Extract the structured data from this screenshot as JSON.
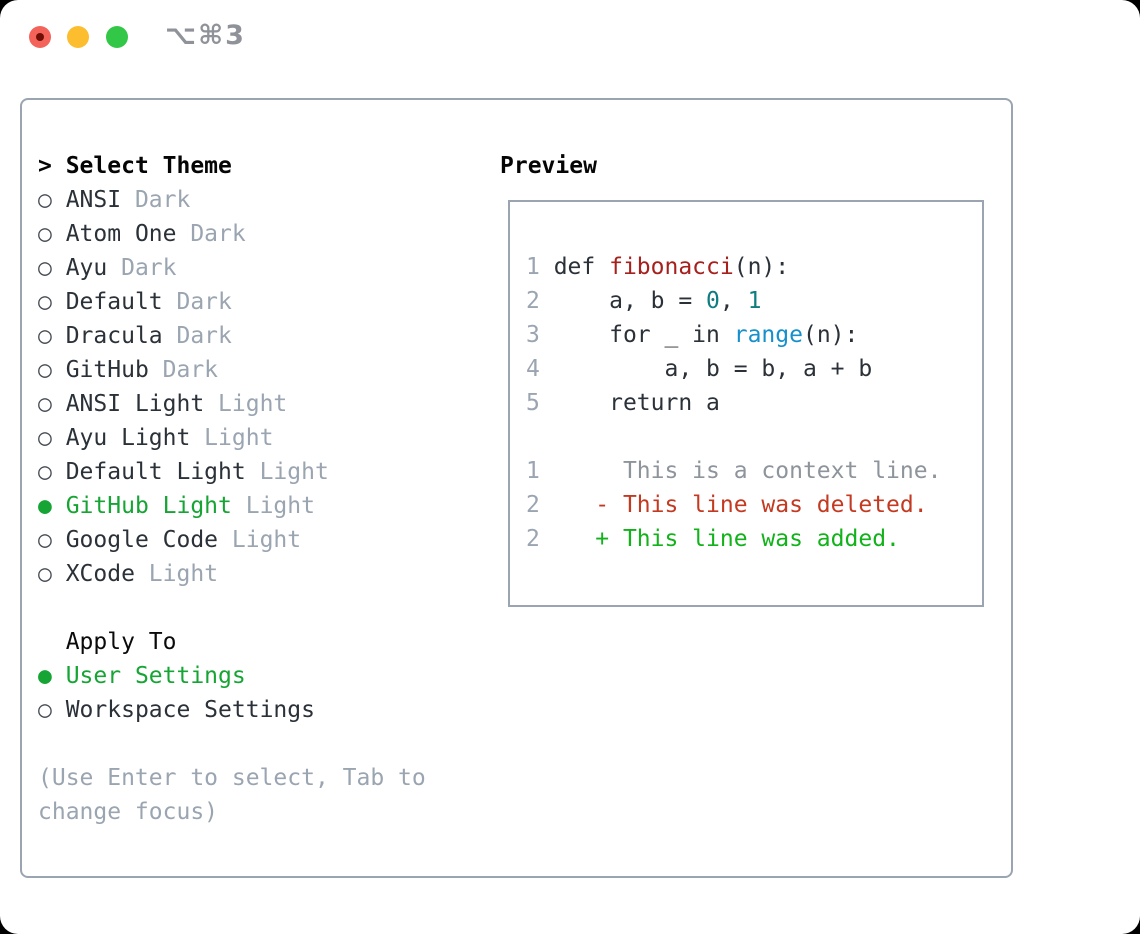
{
  "window": {
    "title": "⌥⌘3",
    "traffic_lights": [
      "close",
      "minimize",
      "zoom"
    ]
  },
  "colors": {
    "panel_border": "#9aa5b1",
    "text_primary": "#2b3138",
    "text_muted": "#9aa5b1",
    "accent_green": "#16a534",
    "function_red": "#a6211e",
    "number_teal": "#0e7d80",
    "builtin_blue": "#1590cb",
    "diff_deleted_red": "#c43a21",
    "diff_added_green": "#12b21a",
    "traffic_close": "#f3635a",
    "traffic_minimize": "#fcbd2f",
    "traffic_zoom": "#33c748"
  },
  "left": {
    "rows": [
      {
        "id": "select-theme-header",
        "interactable": false,
        "segs": [
          [
            "> ",
            "cursor",
            "cursor-icon"
          ],
          [
            "Select Theme",
            "hdr",
            "section-title"
          ]
        ]
      },
      {
        "id": "theme-option-ansi-dark",
        "interactable": true,
        "segs": [
          [
            "○ ",
            "radio",
            "radio-icon"
          ],
          [
            "ANSI",
            "name",
            "theme-name"
          ],
          [
            " Dark",
            "muted",
            "theme-variant-tag"
          ]
        ]
      },
      {
        "id": "theme-option-atom-one-dark",
        "interactable": true,
        "segs": [
          [
            "○ ",
            "radio",
            "radio-icon"
          ],
          [
            "Atom One",
            "name",
            "theme-name"
          ],
          [
            " Dark",
            "muted",
            "theme-variant-tag"
          ]
        ]
      },
      {
        "id": "theme-option-ayu-dark",
        "interactable": true,
        "segs": [
          [
            "○ ",
            "radio",
            "radio-icon"
          ],
          [
            "Ayu",
            "name",
            "theme-name"
          ],
          [
            " Dark",
            "muted",
            "theme-variant-tag"
          ]
        ]
      },
      {
        "id": "theme-option-default-dark",
        "interactable": true,
        "segs": [
          [
            "○ ",
            "radio",
            "radio-icon"
          ],
          [
            "Default",
            "name",
            "theme-name"
          ],
          [
            " Dark",
            "muted",
            "theme-variant-tag"
          ]
        ]
      },
      {
        "id": "theme-option-dracula-dark",
        "interactable": true,
        "segs": [
          [
            "○ ",
            "radio",
            "radio-icon"
          ],
          [
            "Dracula",
            "name",
            "theme-name"
          ],
          [
            " Dark",
            "muted",
            "theme-variant-tag"
          ]
        ]
      },
      {
        "id": "theme-option-github-dark",
        "interactable": true,
        "segs": [
          [
            "○ ",
            "radio",
            "radio-icon"
          ],
          [
            "GitHub",
            "name",
            "theme-name"
          ],
          [
            " Dark",
            "muted",
            "theme-variant-tag"
          ]
        ]
      },
      {
        "id": "theme-option-ansi-light",
        "interactable": true,
        "segs": [
          [
            "○ ",
            "radio",
            "radio-icon"
          ],
          [
            "ANSI Light",
            "name",
            "theme-name"
          ],
          [
            " Light",
            "muted",
            "theme-variant-tag"
          ]
        ]
      },
      {
        "id": "theme-option-ayu-light",
        "interactable": true,
        "segs": [
          [
            "○ ",
            "radio",
            "radio-icon"
          ],
          [
            "Ayu Light",
            "name",
            "theme-name"
          ],
          [
            " Light",
            "muted",
            "theme-variant-tag"
          ]
        ]
      },
      {
        "id": "theme-option-default-light",
        "interactable": true,
        "segs": [
          [
            "○ ",
            "radio",
            "radio-icon"
          ],
          [
            "Default Light",
            "name",
            "theme-name"
          ],
          [
            " Light",
            "muted",
            "theme-variant-tag"
          ]
        ]
      },
      {
        "id": "theme-option-github-light-selected",
        "interactable": true,
        "segs": [
          [
            "● ",
            "dot",
            "selected-radio-icon"
          ],
          [
            "GitHub Light",
            "green",
            "theme-name"
          ],
          [
            " Light",
            "muted",
            "theme-variant-tag"
          ]
        ]
      },
      {
        "id": "theme-option-google-code",
        "interactable": true,
        "segs": [
          [
            "○ ",
            "radio",
            "radio-icon"
          ],
          [
            "Google Code",
            "name",
            "theme-name"
          ],
          [
            " Light",
            "muted",
            "theme-variant-tag"
          ]
        ]
      },
      {
        "id": "theme-option-xcode",
        "interactable": true,
        "segs": [
          [
            "○ ",
            "radio",
            "radio-icon"
          ],
          [
            "XCode",
            "name",
            "theme-name"
          ],
          [
            " Light",
            "muted",
            "theme-variant-tag"
          ]
        ]
      },
      {
        "id": "spacer-row",
        "interactable": false,
        "segs": []
      },
      {
        "id": "apply-to-header",
        "interactable": false,
        "segs": [
          [
            "  ",
            "pln",
            "indent"
          ],
          [
            "Apply To",
            "subhdr",
            "section-title"
          ]
        ]
      },
      {
        "id": "apply-option-user-settings",
        "interactable": true,
        "segs": [
          [
            "● ",
            "dot",
            "selected-radio-icon"
          ],
          [
            "User Settings",
            "green",
            "apply-option-label"
          ]
        ]
      },
      {
        "id": "apply-option-workspace-settings",
        "interactable": true,
        "segs": [
          [
            "○ ",
            "radio",
            "radio-icon"
          ],
          [
            "Workspace Settings",
            "name",
            "apply-option-label"
          ]
        ]
      },
      {
        "id": "spacer-row",
        "interactable": false,
        "segs": []
      },
      {
        "id": "help-text-line-1",
        "interactable": false,
        "segs": [
          [
            "(Use Enter to select, Tab to",
            "muted",
            "help-text"
          ]
        ]
      },
      {
        "id": "help-text-line-2",
        "interactable": false,
        "segs": [
          [
            "change focus)",
            "muted",
            "help-text"
          ]
        ]
      }
    ]
  },
  "preview": {
    "title": "Preview",
    "lines": [
      {
        "id": "code-line-1",
        "interactable": false,
        "segs": [
          [
            "1 ",
            "ln",
            "line-number"
          ],
          [
            "def ",
            "pln",
            "code-text"
          ],
          [
            "fibonacci",
            "fn",
            "function-name"
          ],
          [
            "(n):",
            "pln",
            "code-text"
          ]
        ]
      },
      {
        "id": "code-line-2",
        "interactable": false,
        "segs": [
          [
            "2 ",
            "ln",
            "line-number"
          ],
          [
            "    a, b = ",
            "pln",
            "code-text"
          ],
          [
            "0",
            "num",
            "number-literal"
          ],
          [
            ", ",
            "pln",
            "code-text"
          ],
          [
            "1",
            "num",
            "number-literal"
          ]
        ]
      },
      {
        "id": "code-line-3",
        "interactable": false,
        "segs": [
          [
            "3 ",
            "ln",
            "line-number"
          ],
          [
            "    for _ in ",
            "pln",
            "code-text"
          ],
          [
            "range",
            "builtin",
            "builtin-name"
          ],
          [
            "(n):",
            "pln",
            "code-text"
          ]
        ]
      },
      {
        "id": "code-line-4",
        "interactable": false,
        "segs": [
          [
            "4 ",
            "ln",
            "line-number"
          ],
          [
            "        a, b = b, a + b",
            "pln",
            "code-text"
          ]
        ]
      },
      {
        "id": "code-line-5",
        "interactable": false,
        "segs": [
          [
            "5 ",
            "ln",
            "line-number"
          ],
          [
            "    return a",
            "pln",
            "code-text"
          ]
        ]
      },
      {
        "id": "blank-line",
        "interactable": false,
        "segs": []
      },
      {
        "id": "diff-context-line",
        "interactable": false,
        "segs": [
          [
            "1 ",
            "ln",
            "line-number"
          ],
          [
            "     This is a context line.",
            "ctx",
            "diff-context-text"
          ]
        ]
      },
      {
        "id": "diff-deleted-line",
        "interactable": false,
        "segs": [
          [
            "2 ",
            "ln",
            "line-number"
          ],
          [
            "   - This line was deleted.",
            "del",
            "diff-deleted-text"
          ]
        ]
      },
      {
        "id": "diff-added-line",
        "interactable": false,
        "segs": [
          [
            "2 ",
            "ln",
            "line-number"
          ],
          [
            "   + This line was added.",
            "add",
            "diff-added-text"
          ]
        ]
      }
    ]
  }
}
